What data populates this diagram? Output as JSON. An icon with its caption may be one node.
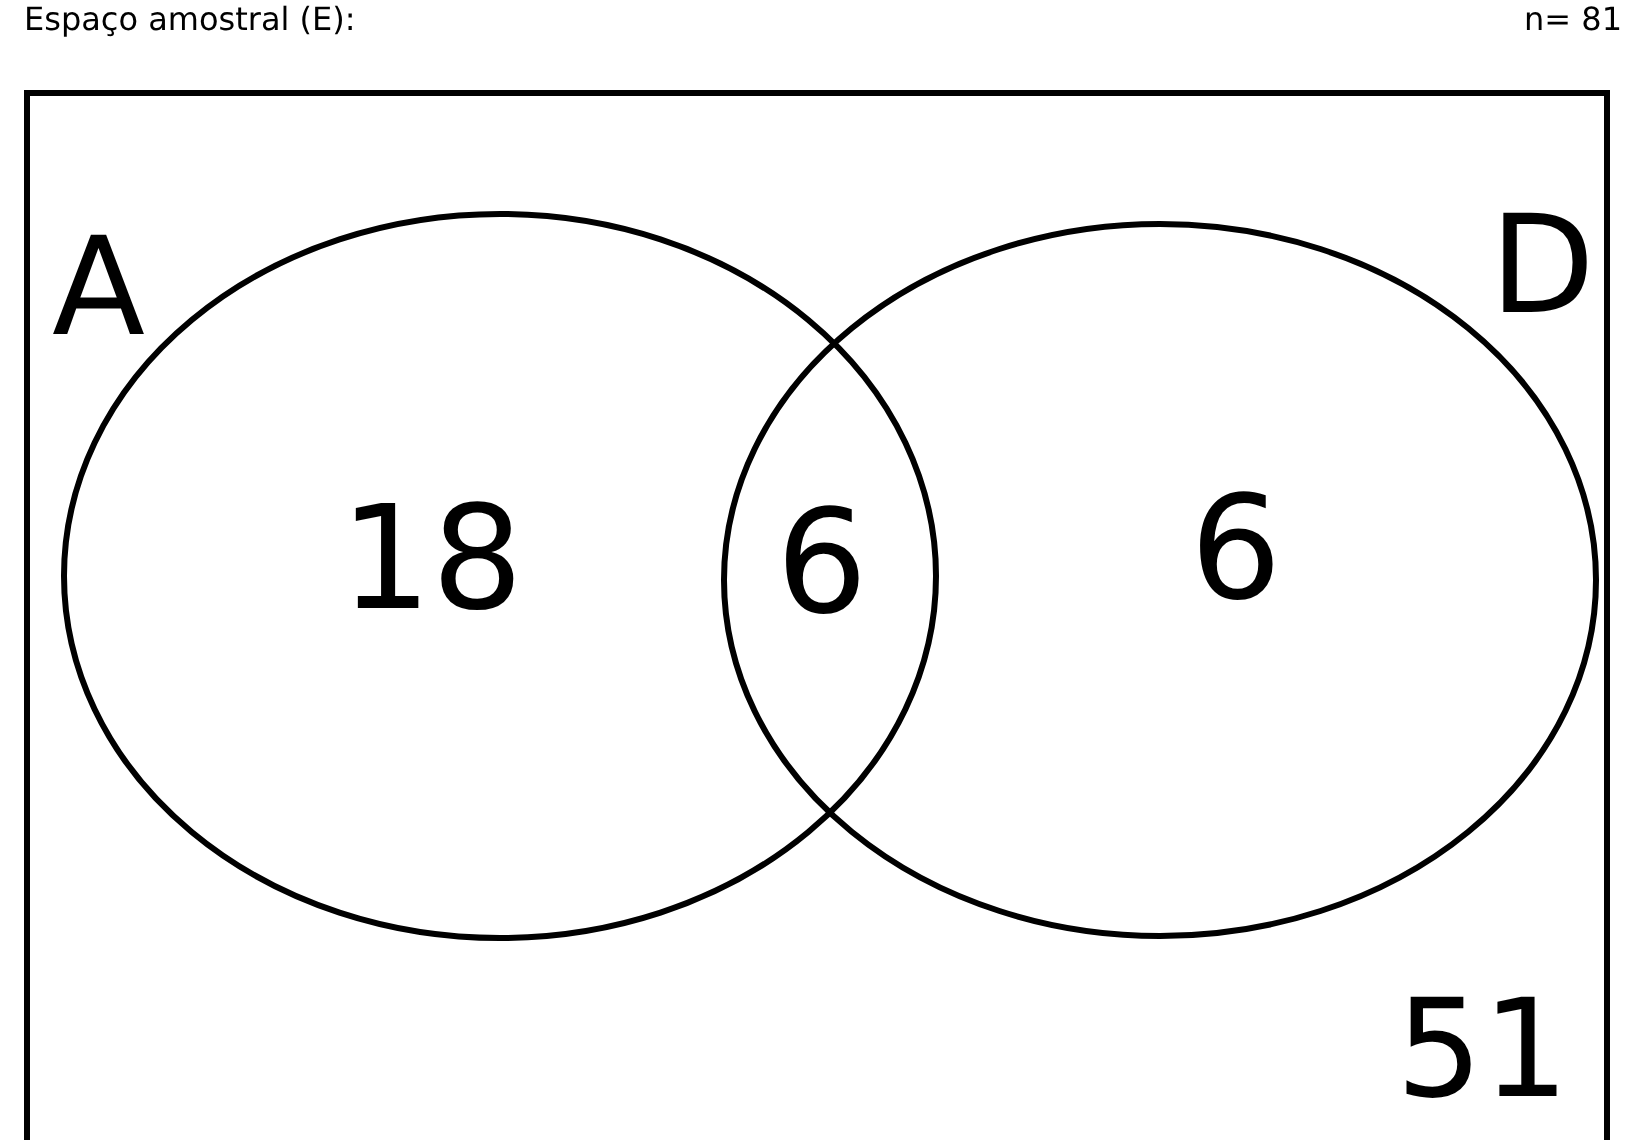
{
  "diagram": {
    "nodes": [
      {
        "text": [
          "Espaço amostral (E):",
          "51"
        ],
        "beside": [
          "n= 81"
        ]
      },
      {
        "text": [
          "A",
          "18"
        ],
        "in": 0
      },
      {
        "text": [
          "D",
          "6"
        ],
        "in": 0
      }
    ],
    "labels": [
      "6"
    ]
  }
}
